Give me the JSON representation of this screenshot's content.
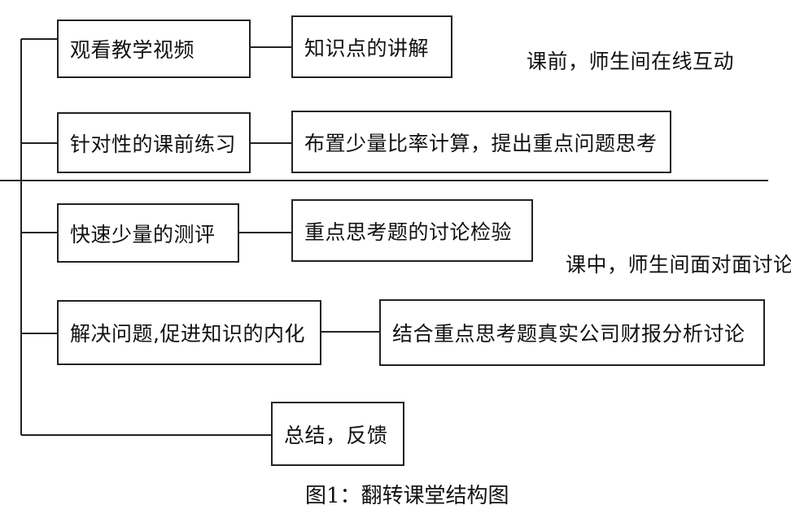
{
  "diagram": {
    "left_boxes": {
      "watch_video": "观看教学视频",
      "pre_class_practice": "针对性的课前练习",
      "quick_assessment": "快速少量的测评",
      "solve_problems": "解决问题,促进知识的内化",
      "summary_feedback": "总结，反馈"
    },
    "right_boxes": {
      "knowledge_explanation": "知识点的讲解",
      "ratio_calculation": "布置少量比率计算，提出重点问题思考",
      "key_question_discussion": "重点思考题的讨论检验",
      "financial_report_analysis": "结合重点思考题真实公司财报分析讨论"
    },
    "notes": {
      "before_class": "课前，师生间在线互动",
      "in_class": "课中，师生间面对面讨论"
    },
    "caption": "图1：翻转课堂结构图"
  }
}
